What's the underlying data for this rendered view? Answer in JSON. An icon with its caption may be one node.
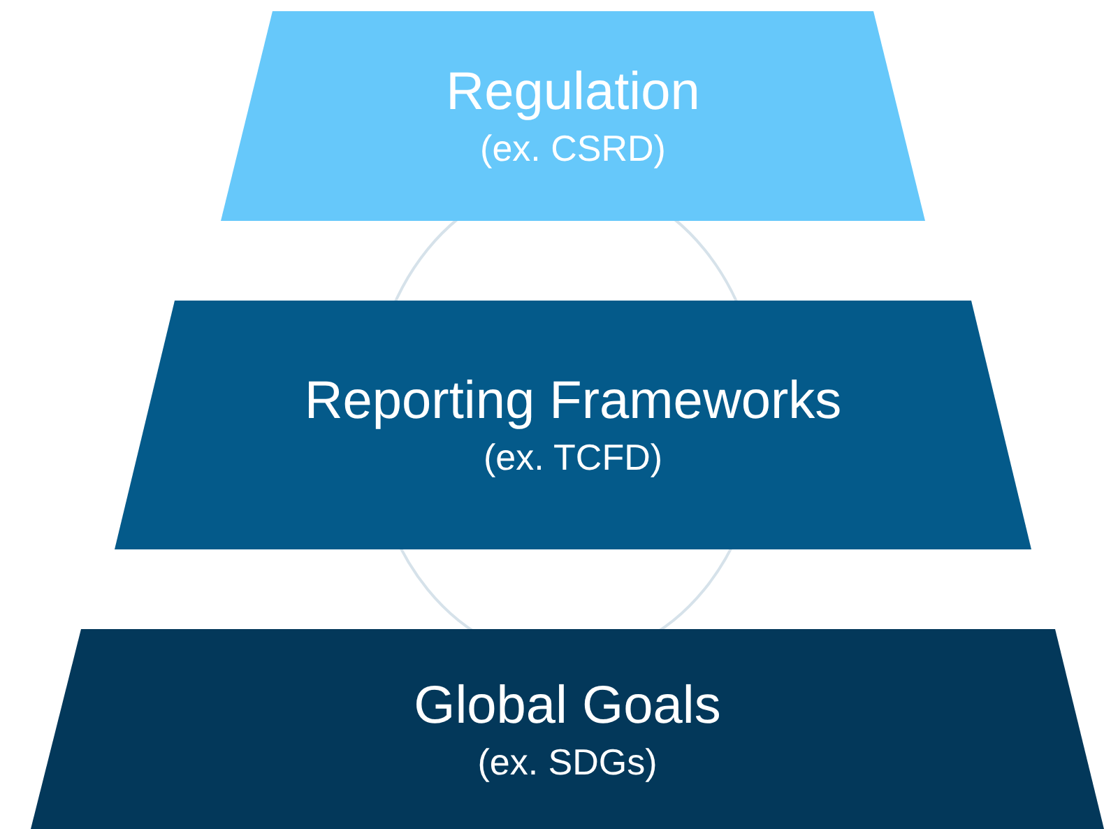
{
  "diagram": {
    "nodes": [
      {
        "text": [
          "Regulation",
          "(ex. CSRD)"
        ]
      },
      {
        "text": [
          "Reporting Frameworks",
          "(ex. TCFD)"
        ]
      },
      {
        "text": [
          "Global Goals",
          "(ex. SDGs)"
        ]
      }
    ]
  }
}
